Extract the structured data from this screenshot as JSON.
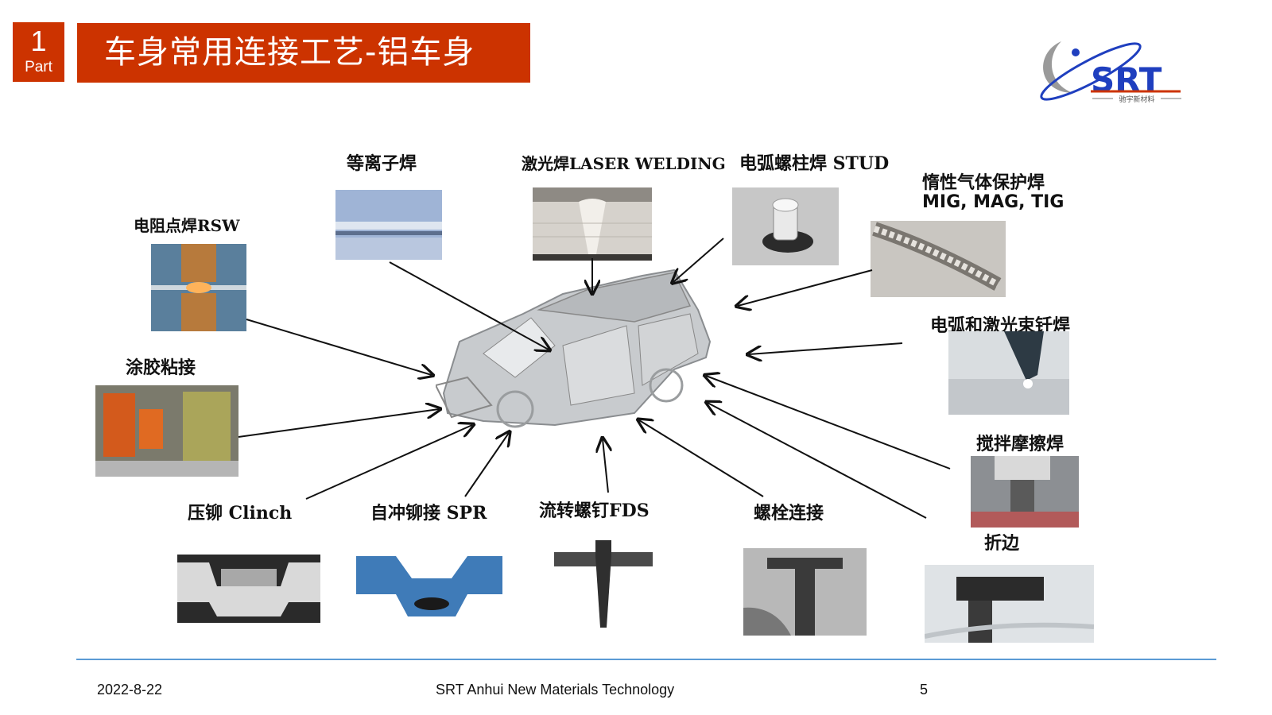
{
  "header": {
    "part_number": "1",
    "part_word": "Part",
    "title": "车身常用连接工艺-铝车身"
  },
  "logo": {
    "brand": "SRT",
    "tagline": "驰宇新材料"
  },
  "processes": {
    "plasma": "等离子焊",
    "laser": "激光焊LASER WELDING",
    "stud": "电弧螺柱焊 STUD",
    "gas_shield_cn": "惰性气体保护焊",
    "gas_shield_en": "MIG, MAG, TIG",
    "rsw": "电阻点焊RSW",
    "arc_laser_braze": "电弧和激光束钎焊",
    "adhesive": "涂胶粘接",
    "fsw": "搅拌摩擦焊",
    "clinch": "压铆 Clinch",
    "spr": "自冲铆接 SPR",
    "fds": "流转螺钉FDS",
    "bolt": "螺栓连接",
    "hemming": "折边"
  },
  "footer": {
    "date": "2022-8-22",
    "company": "SRT Anhui New Materials Technology",
    "page": "5"
  }
}
